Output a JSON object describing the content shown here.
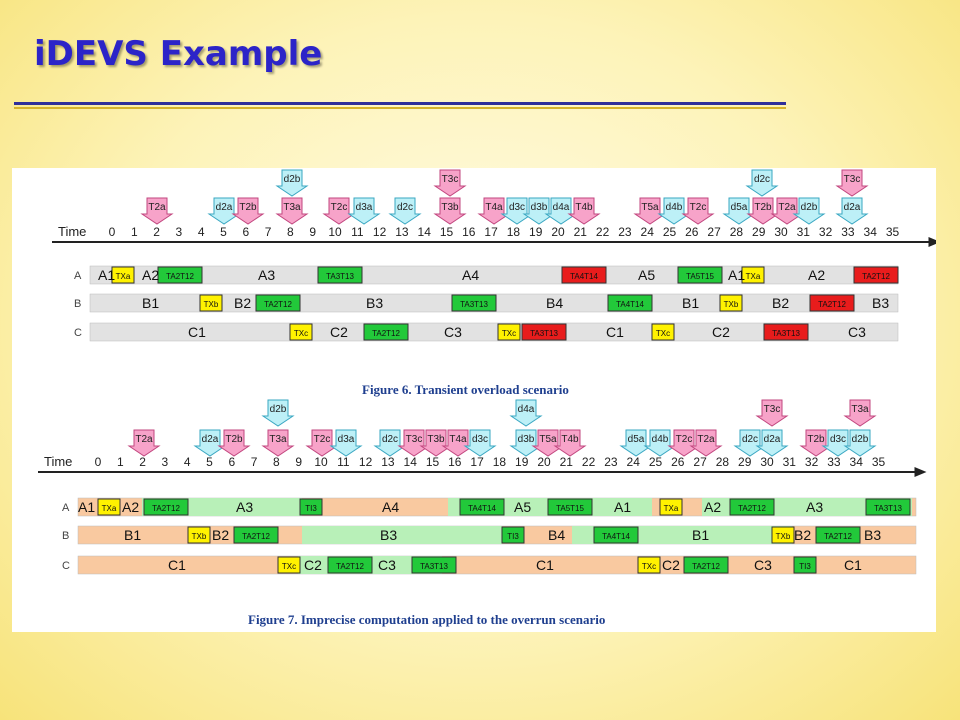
{
  "slide": {
    "title": "iDEVS Example"
  },
  "colors": {
    "title": "#2c24c8",
    "pink": "#f7a3c9",
    "cyan": "#bdf0f7",
    "green": "#22c93a",
    "yellow": "#fff200",
    "red": "#e81c1c",
    "gray_bar": "#e2e2e2",
    "green_bar": "#b8f0b8",
    "orange_bar": "#f9c9a0",
    "caption": "#1f3f8f"
  },
  "figure6": {
    "caption": "Figure 6. Transient overload scenario",
    "axis_label": "Time",
    "ticks": [
      "0",
      "1",
      "2",
      "3",
      "4",
      "5",
      "6",
      "7",
      "8",
      "9",
      "10",
      "11",
      "12",
      "13",
      "14",
      "15",
      "16",
      "17",
      "18",
      "19",
      "20",
      "21",
      "22",
      "23",
      "24",
      "25",
      "26",
      "27",
      "28",
      "29",
      "30",
      "31",
      "32",
      "33",
      "34",
      "35"
    ],
    "rows": [
      {
        "label": "A",
        "texts": [
          "A1",
          "A2",
          "A3",
          "A4",
          "A5",
          "A1",
          "A2"
        ],
        "blocks": [
          {
            "text": "TXa",
            "color": "yellow"
          },
          {
            "text": "TA2T12",
            "color": "green"
          },
          {
            "text": "TA3T13",
            "color": "green"
          },
          {
            "text": "TA4T14",
            "color": "red"
          },
          {
            "text": "TA5T15",
            "color": "green"
          },
          {
            "text": "TXa",
            "color": "yellow"
          },
          {
            "text": "TA2T12",
            "color": "red"
          }
        ]
      },
      {
        "label": "B",
        "texts": [
          "B1",
          "B2",
          "B3",
          "B4",
          "B1",
          "B2",
          "B3"
        ],
        "blocks": [
          {
            "text": "TXb",
            "color": "yellow"
          },
          {
            "text": "TA2T12",
            "color": "green"
          },
          {
            "text": "TA3T13",
            "color": "green"
          },
          {
            "text": "TA4T14",
            "color": "green"
          },
          {
            "text": "TXb",
            "color": "yellow"
          },
          {
            "text": "TA2T12",
            "color": "red"
          }
        ]
      },
      {
        "label": "C",
        "texts": [
          "C1",
          "C2",
          "C3",
          "C1",
          "C2",
          "C3"
        ],
        "blocks": [
          {
            "text": "TXc",
            "color": "yellow"
          },
          {
            "text": "TA2T12",
            "color": "green"
          },
          {
            "text": "TXc",
            "color": "yellow"
          },
          {
            "text": "TA3T13",
            "color": "red"
          },
          {
            "text": "TXc",
            "color": "yellow"
          },
          {
            "text": "TA3T13",
            "color": "red"
          }
        ]
      }
    ],
    "arrows_top": [
      "d2b",
      "T3c",
      "d2c",
      "T3c"
    ],
    "arrows_main": [
      "T2a",
      "d2a",
      "T2b",
      "T3a",
      "T2c",
      "d3a",
      "d2c",
      "T3b",
      "T4a",
      "d3c",
      "d3b",
      "d4a",
      "T4b",
      "T5a",
      "d4b",
      "T2c",
      "d5a",
      "T2b",
      "T2a",
      "d2b",
      "d2a"
    ]
  },
  "figure7": {
    "caption": "Figure 7. Imprecise computation applied to the overrun scenario",
    "axis_label": "Time",
    "ticks": [
      "0",
      "1",
      "2",
      "3",
      "4",
      "5",
      "6",
      "7",
      "8",
      "9",
      "10",
      "11",
      "12",
      "13",
      "14",
      "15",
      "16",
      "17",
      "18",
      "19",
      "20",
      "21",
      "22",
      "23",
      "24",
      "25",
      "26",
      "27",
      "28",
      "29",
      "30",
      "31",
      "32",
      "33",
      "34",
      "35"
    ],
    "rows": [
      {
        "label": "A",
        "texts": [
          "A1",
          "A2",
          "A3",
          "A4",
          "A5",
          "A1",
          "A2",
          "A3"
        ],
        "blocks": [
          {
            "text": "TXa",
            "color": "yellow"
          },
          {
            "text": "TA2T12",
            "color": "green"
          },
          {
            "text": "TI3",
            "color": "green"
          },
          {
            "text": "TA4T14",
            "color": "green"
          },
          {
            "text": "TA5T15",
            "color": "green"
          },
          {
            "text": "TXa",
            "color": "yellow"
          },
          {
            "text": "TA2T12",
            "color": "green"
          },
          {
            "text": "TA3T13",
            "color": "green"
          }
        ]
      },
      {
        "label": "B",
        "texts": [
          "B1",
          "B2",
          "B3",
          "B4",
          "B1",
          "B2",
          "B3"
        ],
        "blocks": [
          {
            "text": "TXb",
            "color": "yellow"
          },
          {
            "text": "TA2T12",
            "color": "green"
          },
          {
            "text": "TI3",
            "color": "green"
          },
          {
            "text": "TA4T14",
            "color": "green"
          },
          {
            "text": "TXb",
            "color": "yellow"
          },
          {
            "text": "TA2T12",
            "color": "green"
          }
        ]
      },
      {
        "label": "C",
        "texts": [
          "C1",
          "C2",
          "C3",
          "C1",
          "C2",
          "C3",
          "C1"
        ],
        "blocks": [
          {
            "text": "TXc",
            "color": "yellow"
          },
          {
            "text": "TA2T12",
            "color": "green"
          },
          {
            "text": "TA3T13",
            "color": "green"
          },
          {
            "text": "TXc",
            "color": "yellow"
          },
          {
            "text": "TA2T12",
            "color": "green"
          },
          {
            "text": "TI3",
            "color": "green"
          }
        ]
      }
    ],
    "arrows_top": [
      "d2b",
      "d4a",
      "T3c",
      "T3a"
    ],
    "arrows_main": [
      "T2a",
      "d2a",
      "T2b",
      "T3a",
      "T2c",
      "d3a",
      "d2c",
      "T3c",
      "T3b",
      "T4a",
      "d3c",
      "d3b",
      "T5a",
      "T4b",
      "d5a",
      "d4b",
      "T2c",
      "T2a",
      "d2c",
      "d2a",
      "T2b",
      "d3c",
      "d2b"
    ]
  }
}
